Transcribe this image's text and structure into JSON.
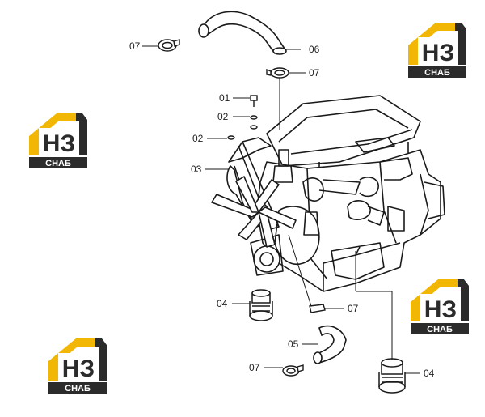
{
  "diagram": {
    "callouts": {
      "c07_top": "07",
      "c06": "06",
      "c07_hose": "07",
      "c01": "01",
      "c02_a": "02",
      "c02_b": "02",
      "c03": "03",
      "c04_left": "04",
      "c07_mid": "07",
      "c05": "05",
      "c07_bottom": "07",
      "c04_right": "04"
    },
    "colors": {
      "line": "#1a1a1a",
      "logo_gold": "#f2b705",
      "logo_dark": "#2b2b2b"
    }
  },
  "watermark": {
    "logo_text": "HЗ",
    "logo_subtext": "CHAБ"
  }
}
